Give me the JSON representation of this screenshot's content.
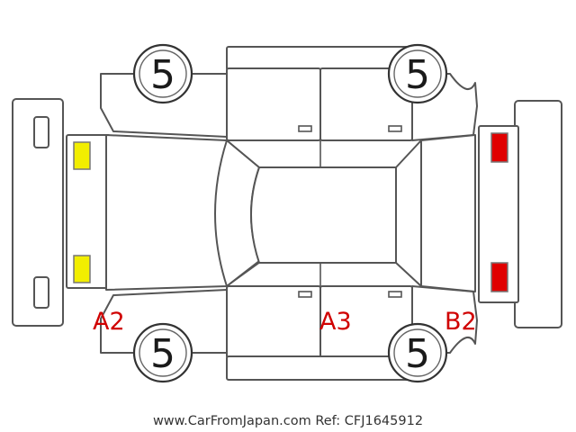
{
  "wheel_scores": {
    "front_left": "5",
    "front_right": "5",
    "rear_left": "5",
    "rear_right": "5"
  },
  "damage_codes": {
    "front_bumper": "A2",
    "right_side": "A3",
    "rear_bumper": "B2"
  },
  "lamps": {
    "front": "amber",
    "rear": "red"
  },
  "colors": {
    "code_text": "#d00000",
    "amber_lamp": "#f2ee00",
    "red_lamp": "#e00000"
  },
  "footer": {
    "source": "www.CarFromJapan.com Ref: CFJ1645912"
  }
}
